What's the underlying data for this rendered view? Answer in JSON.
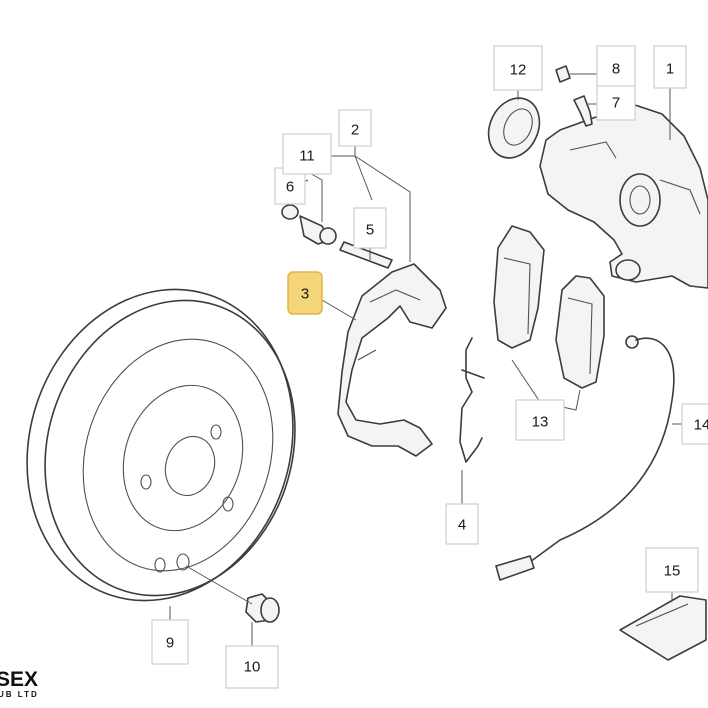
{
  "callouts": [
    {
      "id": "c1",
      "label": "1"
    },
    {
      "id": "c2",
      "label": "2"
    },
    {
      "id": "c3",
      "label": "3",
      "highlighted": true
    },
    {
      "id": "c4",
      "label": "4"
    },
    {
      "id": "c5",
      "label": "5"
    },
    {
      "id": "c6",
      "label": "6"
    },
    {
      "id": "c7",
      "label": "7"
    },
    {
      "id": "c8",
      "label": "8"
    },
    {
      "id": "c9",
      "label": "9"
    },
    {
      "id": "c10",
      "label": "10"
    },
    {
      "id": "c11",
      "label": "11"
    },
    {
      "id": "c12",
      "label": "12"
    },
    {
      "id": "c13",
      "label": "13"
    },
    {
      "id": "c14",
      "label": "14"
    },
    {
      "id": "c15",
      "label": "15"
    }
  ],
  "logo": {
    "main": "SEX",
    "sub": "UB LTD"
  },
  "colors": {
    "highlight": "#f5d57a",
    "line": "#3c3c3c",
    "box_border": "#cfcfcf"
  }
}
